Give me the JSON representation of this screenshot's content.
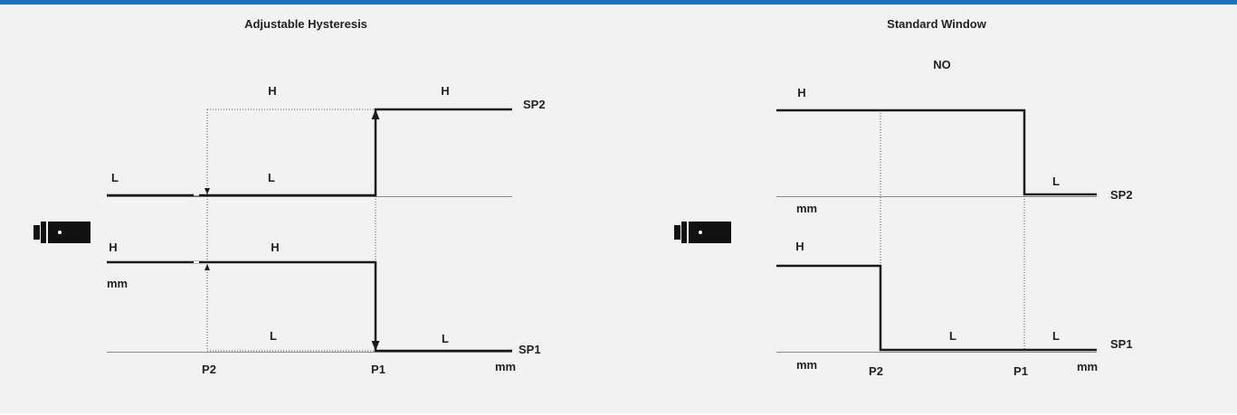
{
  "colors": {
    "header_bar": "#1b6fbf",
    "panel_background": "#f2f2f2",
    "trace": "#1a1a1a",
    "baseline": "#8a8a8a",
    "guide": "#555555",
    "icon": "#111111"
  },
  "icons": {
    "sensor": "sensor-icon"
  },
  "adjustable_hysteresis": {
    "title": "Adjustable Hysteresis",
    "sp2": {
      "setpoint": "SP2",
      "level_before": "L",
      "level_before_inner": "L",
      "level_hysteresis": "H",
      "level_after": "H"
    },
    "sp1": {
      "setpoint": "SP1",
      "level_before": "H",
      "level_before_inner": "H",
      "level_hysteresis": "L",
      "level_after": "L",
      "unit": "mm"
    },
    "axis": {
      "p2": "P2",
      "p1": "P1",
      "unit": "mm"
    }
  },
  "standard_window": {
    "title": "Standard Window",
    "mode": "NO",
    "sp2": {
      "setpoint": "SP2",
      "level_before": "H",
      "level_after": "L",
      "unit": "mm"
    },
    "sp1": {
      "setpoint": "SP1",
      "level_before": "H",
      "level_middle": "L",
      "level_after": "L"
    },
    "axis": {
      "unit_left": "mm",
      "p2": "P2",
      "p1": "P1",
      "unit_right": "mm"
    }
  }
}
